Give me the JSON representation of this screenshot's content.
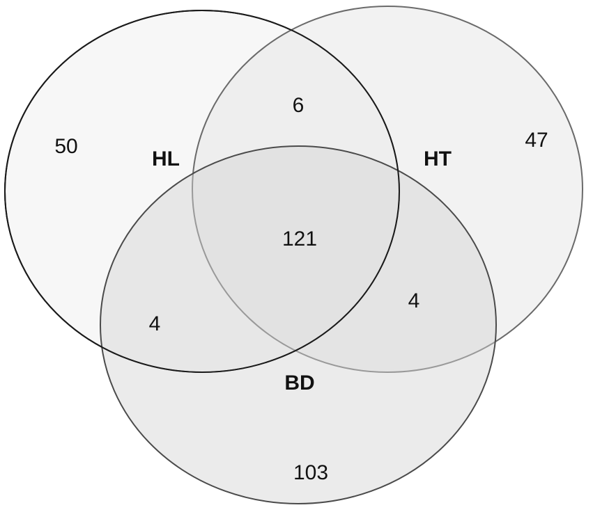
{
  "diagram": {
    "type": "venn",
    "sets": [
      {
        "id": "hl",
        "label": "HL",
        "fill": "#f6f6f6",
        "stroke": "#1a1a1a"
      },
      {
        "id": "ht",
        "label": "HT",
        "fill": "#e8e8e8",
        "stroke": "#6a6a6a"
      },
      {
        "id": "bd",
        "label": "BD",
        "fill": "#d2d2d2",
        "stroke": "#4a4a4a"
      }
    ],
    "regions": {
      "hl_only": "50",
      "ht_only": "47",
      "bd_only": "103",
      "hl_ht": "6",
      "hl_bd": "4",
      "ht_bd": "4",
      "all": "121"
    }
  }
}
